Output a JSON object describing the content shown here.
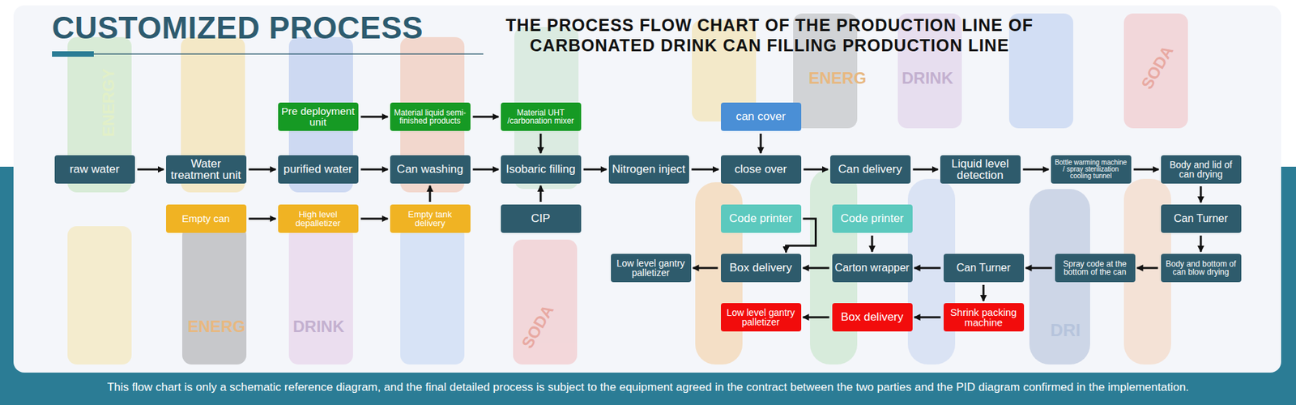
{
  "diagram": {
    "title": "CUSTOMIZED PROCESS",
    "caption": "This flow chart is only a schematic reference diagram, and the final detailed process is subject to the equipment agreed in the contract between the two parties and the PID diagram confirmed in the implementation.",
    "nodes": [
      {
        "text": [
          "Pre deployment unit"
        ]
      },
      {
        "text": [
          "Material liquid semi-finished products"
        ]
      },
      {
        "text": [
          "Material UHT /carbonation mixer"
        ]
      },
      {
        "text": [
          "can cover"
        ]
      },
      {
        "text": [
          "raw water"
        ]
      },
      {
        "text": [
          "Water treatment unit"
        ]
      },
      {
        "text": [
          "purified water"
        ]
      },
      {
        "text": [
          "Can washing"
        ]
      },
      {
        "text": [
          "Isobaric filling"
        ]
      },
      {
        "text": [
          "Nitrogen inject"
        ]
      },
      {
        "text": [
          "close over"
        ]
      },
      {
        "text": [
          "Can delivery"
        ]
      },
      {
        "text": [
          "Liquid level detection"
        ]
      },
      {
        "text": [
          "Bottle warming machine / spray sterilization cooling tunnel"
        ]
      },
      {
        "text": [
          "Body and lid of can drying"
        ]
      },
      {
        "text": [
          "Empty can"
        ]
      },
      {
        "text": [
          "High level depalletizer"
        ]
      },
      {
        "text": [
          "Empty tank delivery"
        ]
      },
      {
        "text": [
          "CIP"
        ]
      },
      {
        "text": [
          "Code printer"
        ]
      },
      {
        "text": [
          "Code printer"
        ]
      },
      {
        "text": [
          "Can Turner"
        ]
      },
      {
        "text": [
          "Low level gantry palletizer"
        ]
      },
      {
        "text": [
          "Box delivery"
        ]
      },
      {
        "text": [
          "Carton wrapper"
        ]
      },
      {
        "text": [
          "Can Turner"
        ]
      },
      {
        "text": [
          "Spray code at the bottom of the can"
        ]
      },
      {
        "text": [
          "Body and bottom of can blow drying"
        ]
      },
      {
        "text": [
          "Low level gantry palletizer"
        ]
      },
      {
        "text": [
          "Box delivery"
        ]
      },
      {
        "text": [
          "Shrink packing machine"
        ]
      }
    ],
    "edges": [
      {
        "from": 0,
        "to": 1,
        "arrow": "to"
      },
      {
        "from": 1,
        "to": 2,
        "arrow": "to"
      },
      {
        "from": 2,
        "to": 8,
        "arrow": "to"
      },
      {
        "from": 3,
        "to": 10,
        "arrow": "to"
      },
      {
        "from": 4,
        "to": 5,
        "arrow": "to"
      },
      {
        "from": 5,
        "to": 6,
        "arrow": "to"
      },
      {
        "from": 6,
        "to": 7,
        "arrow": "to"
      },
      {
        "from": 7,
        "to": 8,
        "arrow": "to"
      },
      {
        "from": 8,
        "to": 9,
        "arrow": "to"
      },
      {
        "from": 9,
        "to": 10,
        "arrow": "to"
      },
      {
        "from": 10,
        "to": 11,
        "arrow": "to"
      },
      {
        "from": 11,
        "to": 12,
        "arrow": "to"
      },
      {
        "from": 12,
        "to": 13,
        "arrow": "to"
      },
      {
        "from": 13,
        "to": 14,
        "arrow": "to"
      },
      {
        "from": 14,
        "to": 21,
        "arrow": "to"
      },
      {
        "from": 21,
        "to": 27,
        "arrow": "to"
      },
      {
        "from": 27,
        "to": 26,
        "arrow": "to"
      },
      {
        "from": 26,
        "to": 25,
        "arrow": "to"
      },
      {
        "from": 25,
        "to": 24,
        "arrow": "to"
      },
      {
        "from": 24,
        "to": 23,
        "arrow": "to"
      },
      {
        "from": 23,
        "to": 22,
        "arrow": "to"
      },
      {
        "from": 25,
        "to": 30,
        "arrow": "to"
      },
      {
        "from": 30,
        "to": 29,
        "arrow": "to"
      },
      {
        "from": 29,
        "to": 28,
        "arrow": "to"
      },
      {
        "from": 15,
        "to": 16,
        "arrow": "to"
      },
      {
        "from": 16,
        "to": 17,
        "arrow": "to"
      },
      {
        "from": 17,
        "to": 7,
        "arrow": "to"
      },
      {
        "from": 18,
        "to": 8,
        "arrow": "to"
      },
      {
        "from": 19,
        "to": 23,
        "arrow": "to"
      },
      {
        "from": 20,
        "to": 24,
        "arrow": "to"
      }
    ],
    "labels": [
      "THE PROCESS FLOW CHART OF THE PRODUCTION LINE OF CARBONATED DRINK CAN FILLING PRODUCTION LINE",
      "ENERGY",
      "ENERG",
      "DRINK",
      "SODA",
      "ENERG",
      "DRINK",
      "SODA",
      "DRI"
    ]
  }
}
